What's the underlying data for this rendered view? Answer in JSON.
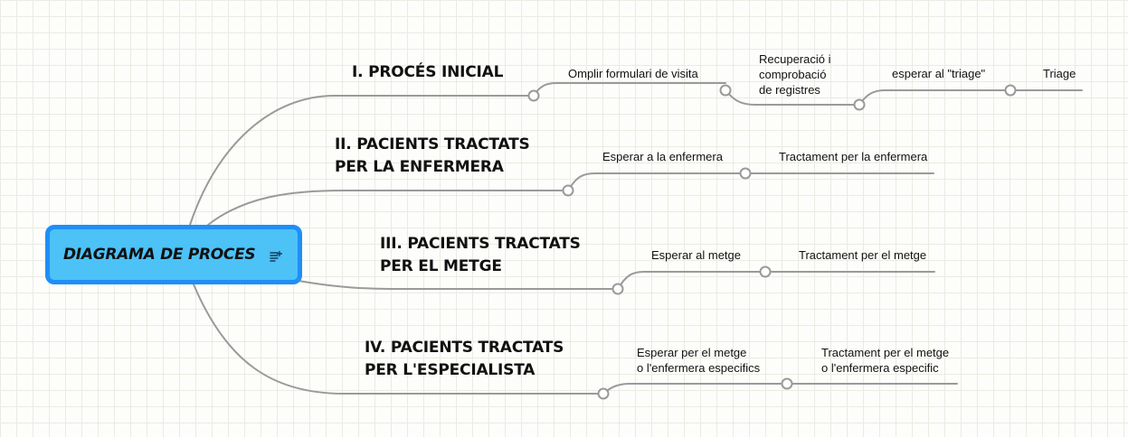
{
  "central_topic": {
    "title": "DIAGRAMA DE PROCES",
    "icon": "notes-icon"
  },
  "branches": [
    {
      "lines": [
        "I. PROCÉS INICIAL"
      ],
      "steps": [
        [
          "Omplir formulari de visita"
        ],
        [
          "Recuperació i",
          "comprobació",
          "de registres"
        ],
        [
          "esperar al \"triage\""
        ],
        [
          "Triage"
        ]
      ]
    },
    {
      "lines": [
        "II. PACIENTS TRACTATS",
        "PER LA ENFERMERA"
      ],
      "steps": [
        [
          "Esperar a la enfermera"
        ],
        [
          "Tractament per la enfermera"
        ]
      ]
    },
    {
      "lines": [
        "III. PACIENTS TRACTATS",
        "PER EL METGE"
      ],
      "steps": [
        [
          "Esperar al metge"
        ],
        [
          "Tractament per el metge"
        ]
      ]
    },
    {
      "lines": [
        "IV. PACIENTS TRACTATS",
        "PER L'ESPECIALISTA"
      ],
      "steps": [
        [
          "Esperar per el metge",
          "o l'enfermera especifics"
        ],
        [
          "Tractament per el metge",
          "o l'enfermera especific"
        ]
      ]
    }
  ],
  "colors": {
    "connector": "#9a9a9a",
    "central_fill": "#4cc2f7",
    "central_border": "#1e8ff7",
    "grid": "#ebebe4"
  }
}
